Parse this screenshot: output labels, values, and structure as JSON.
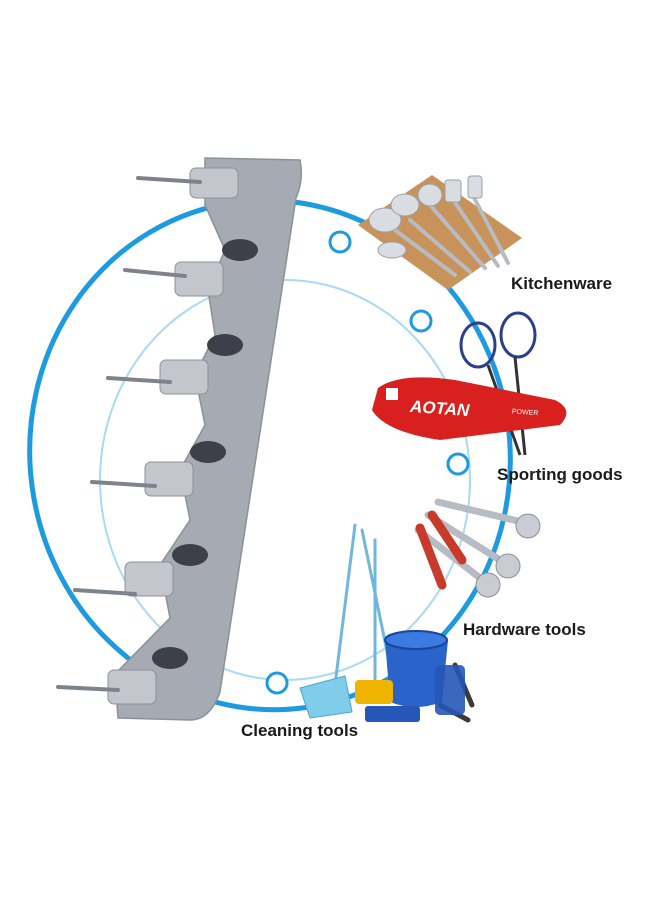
{
  "labels": {
    "kitchenware": "Kitchenware",
    "sporting_goods": "Sporting goods",
    "hardware_tools": "Hardware tools",
    "cleaning_tools": "Cleaning tools"
  },
  "bag_brand": "AOTAN",
  "bag_sub_brand": "POWER",
  "colors": {
    "ring": "#1d9be0",
    "ring_light": "#a9d9f3",
    "rack": "#a6aab3",
    "rack_dark": "#7d828c",
    "bag": "#d8201e",
    "bucket": "#2a63c9",
    "sponge": "#f0b400",
    "wrench_handle": "#c83a2a"
  },
  "icons": [
    "wall-rack",
    "kitchen-utensils",
    "badminton-set",
    "wrenches",
    "cleaning-supplies"
  ]
}
